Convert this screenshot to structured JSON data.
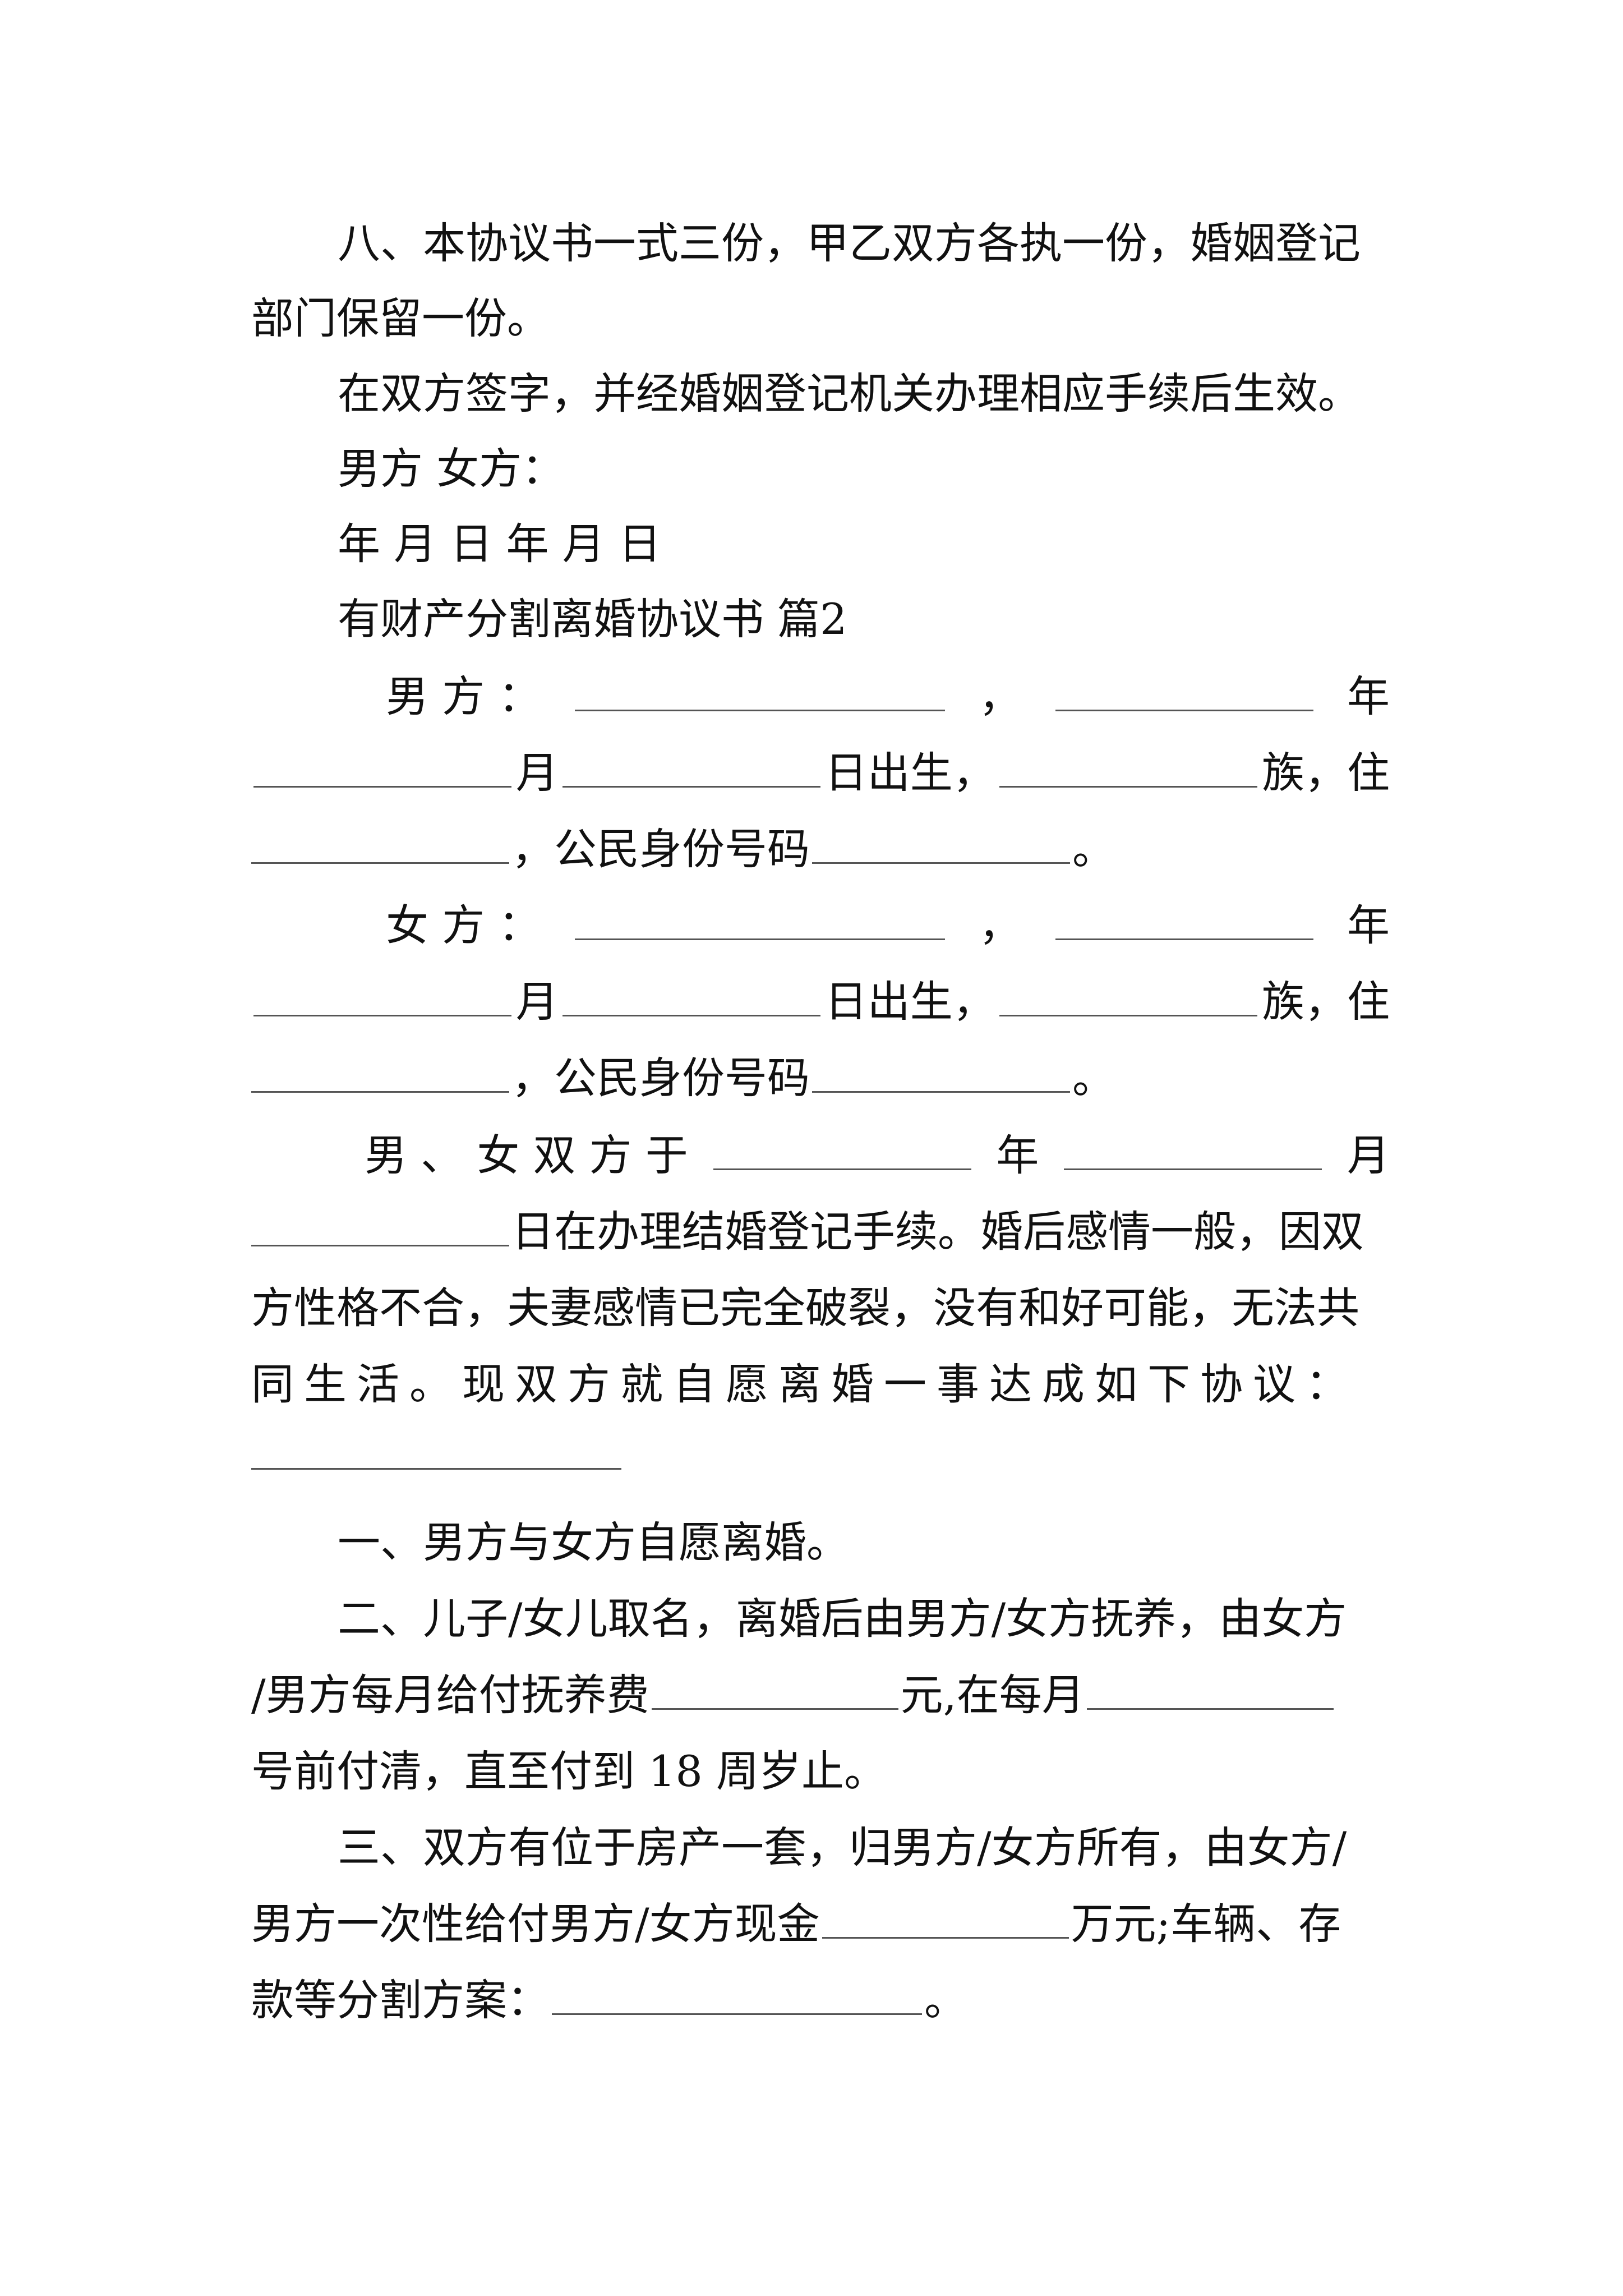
{
  "section8": {
    "line1": "八、本协议书一式三份，甲乙双方各执一份，婚姻登记",
    "line2": "部门保留一份。"
  },
  "effect_text": "在双方签字，并经婚姻登记机关办理相应手续后生效。",
  "signature": {
    "parties": "男方 女方：",
    "dates": "年 月 日 年 月 日"
  },
  "heading": "有财产分割离婚协议书 篇2",
  "man": {
    "label": "男 方 ：",
    "comma": "，",
    "year": "年",
    "month": "月",
    "born": "日出生，",
    "ethnic": "族，住",
    "id_label": "，公民身份号码",
    "end": "。"
  },
  "woman": {
    "label": "女 方 ：",
    "comma": "，",
    "year": "年",
    "month": "月",
    "born": "日出生，",
    "ethnic": "族，住",
    "id_label": "，公民身份号码",
    "end": "。"
  },
  "marriage": {
    "lead": "男 、 女 双 方 于",
    "year": "年",
    "month": "月",
    "line2": "日在办理结婚登记手续。婚后感情一般，因双",
    "line3": "方性格不合，夫妻感情已完全破裂，没有和好可能，无法共",
    "line4": "同生活。现双方就自愿离婚一事达成如下协议："
  },
  "clause1": "一、男方与女方自愿离婚。",
  "clause2": {
    "line1": "二、儿子/女儿取名，离婚后由男方/女方抚养，由女方",
    "line2a": "/男方每月给付抚养费",
    "line2b": "元,在每月",
    "line3": "号前付清，直至付到 18 周岁止。"
  },
  "clause3": {
    "line1": "三、双方有位于房产一套，归男方/女方所有，由女方/",
    "line2a": "男方一次性给付男方/女方现金",
    "line2b": "万元;车辆、存",
    "line3a": "款等分割方案：",
    "line3b": "。"
  }
}
